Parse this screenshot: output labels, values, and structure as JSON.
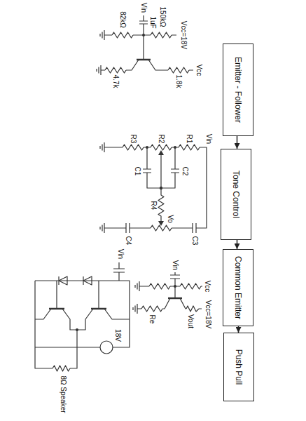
{
  "diagram": {
    "nodes": [
      {
        "text": [
          "Emitter - Follower"
        ]
      },
      {
        "text": [
          "Tone Control"
        ]
      },
      {
        "text": [
          "Common Emitter"
        ]
      },
      {
        "text": [
          "Push Pull"
        ]
      }
    ],
    "edges": [
      {
        "from": 0,
        "to": 1,
        "arrow": "to"
      },
      {
        "from": 1,
        "to": 2,
        "arrow": "to"
      },
      {
        "from": 2,
        "to": 3,
        "arrow": "to"
      }
    ],
    "labels": [
      "Vin",
      "1uF",
      "150kΩ",
      "82kΩ",
      "Vcc=18V",
      "4.7k",
      "1.8k",
      "Vcc",
      "R3",
      "R2",
      "R1",
      "Vin",
      "C1",
      "C2",
      "R4",
      "Vo",
      "C4",
      "C3",
      "Vin",
      "Vcc",
      "Vcc=18V",
      "Re",
      "Vout",
      "Vin",
      "18V",
      "8Ω Speaker"
    ]
  }
}
